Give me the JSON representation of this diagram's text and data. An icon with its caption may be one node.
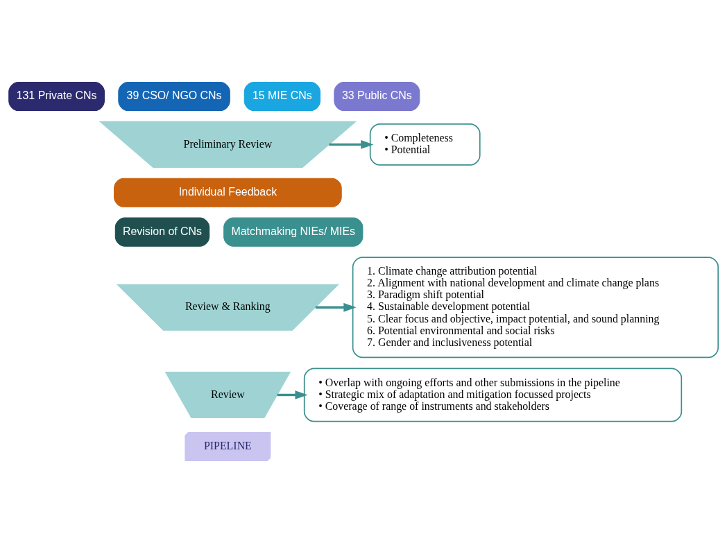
{
  "diagram": {
    "nodes": [
      {
        "text": [
          "131 Private CNs"
        ]
      },
      {
        "text": [
          "39 CSO/ NGO CNs"
        ]
      },
      {
        "text": [
          "15 MIE CNs"
        ]
      },
      {
        "text": [
          "33 Public CNs"
        ]
      },
      {
        "text": [
          "Preliminary Review"
        ]
      },
      {
        "text": [
          "• Completeness",
          "• Potential"
        ]
      },
      {
        "text": [
          "Individual Feedback"
        ]
      },
      {
        "text": [
          "Revision of CNs"
        ]
      },
      {
        "text": [
          "Matchmaking NIEs/ MIEs"
        ]
      },
      {
        "text": [
          "Review & Ranking"
        ]
      },
      {
        "text": [
          "1. Climate change attribution potential",
          "2. Alignment with national development and climate change plans",
          "3. Paradigm shift potential",
          "4. Sustainable development potential",
          "5. Clear focus and objective, impact potential, and sound planning",
          "6. Potential environmental and social risks",
          "7. Gender and inclusiveness potential"
        ]
      },
      {
        "text": [
          "Review"
        ]
      },
      {
        "text": [
          "• Overlap with ongoing efforts and other submissions in the pipeline",
          "• Strategic mix of adaptation and mitigation focussed projects",
          "• Coverage of range of instruments and stakeholders"
        ]
      },
      {
        "text": [
          "PIPELINE"
        ]
      }
    ],
    "edges": [
      {
        "from": 4,
        "to": 5,
        "arrow": "to"
      },
      {
        "from": 9,
        "to": 10,
        "arrow": "to"
      },
      {
        "from": 11,
        "to": 12,
        "arrow": "to"
      }
    ]
  }
}
